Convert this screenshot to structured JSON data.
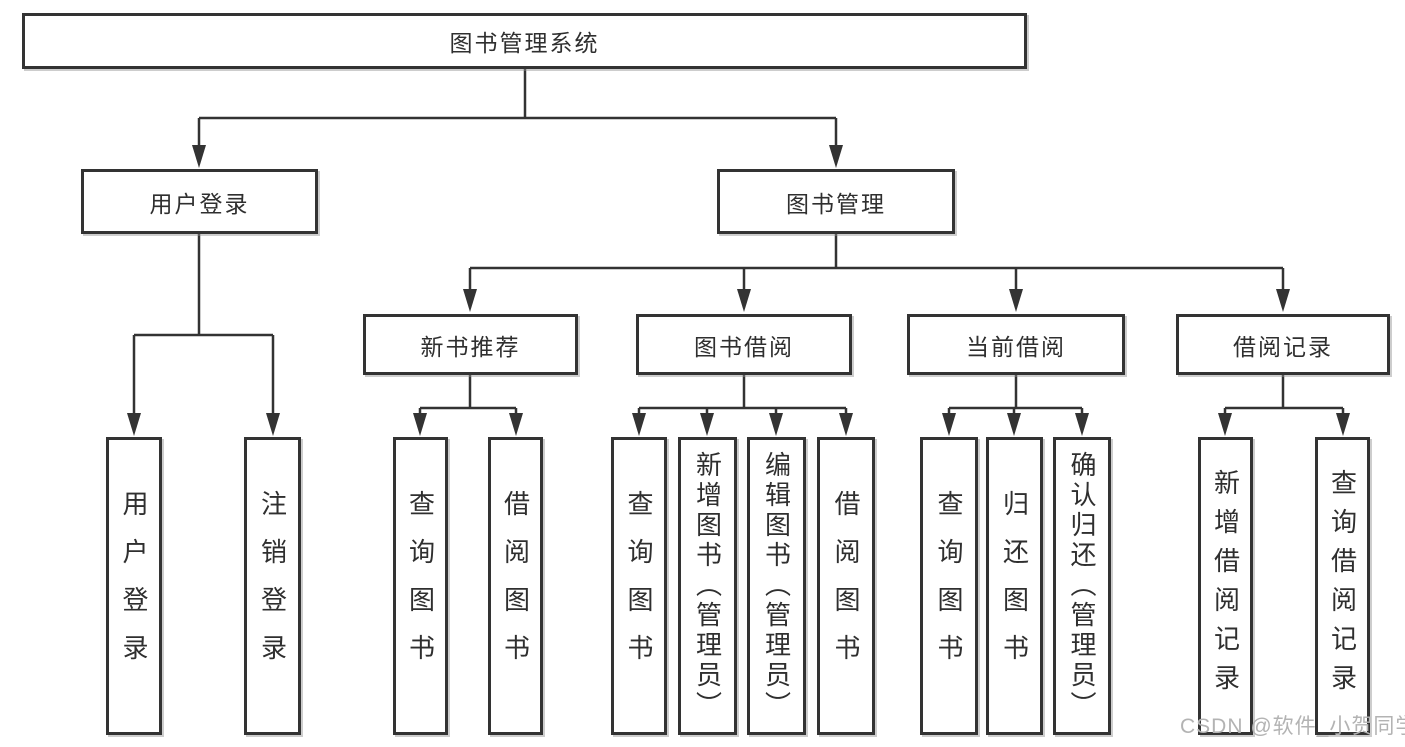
{
  "diagram": {
    "root": {
      "label": "图书管理系统"
    },
    "level2": {
      "user_login": {
        "label": "用户登录"
      },
      "book_management": {
        "label": "图书管理"
      }
    },
    "level3": {
      "new_book_recommend": {
        "label": "新书推荐"
      },
      "book_borrowing": {
        "label": "图书借阅"
      },
      "current_borrowing": {
        "label": "当前借阅"
      },
      "borrowing_records": {
        "label": "借阅记录"
      }
    },
    "leaves": {
      "user_login": [
        "用户登录",
        "注销登录"
      ],
      "new_book_recommend": [
        "查询图书",
        "借阅图书"
      ],
      "book_borrowing": [
        "查询图书",
        "新增图书（管理员）",
        "编辑图书（管理员）",
        "借阅图书"
      ],
      "current_borrowing": [
        "查询图书",
        "归还图书",
        "确认归还（管理员）"
      ],
      "borrowing_records": [
        "新增借阅记录",
        "查询借阅记录"
      ]
    }
  },
  "watermark": {
    "text": "CSDN @软件_小贺同学"
  },
  "colors": {
    "line": "#333333",
    "box_border": "#333333",
    "text": "#2f2f2f",
    "watermark": "#b3b3b3",
    "background": "#ffffff"
  }
}
